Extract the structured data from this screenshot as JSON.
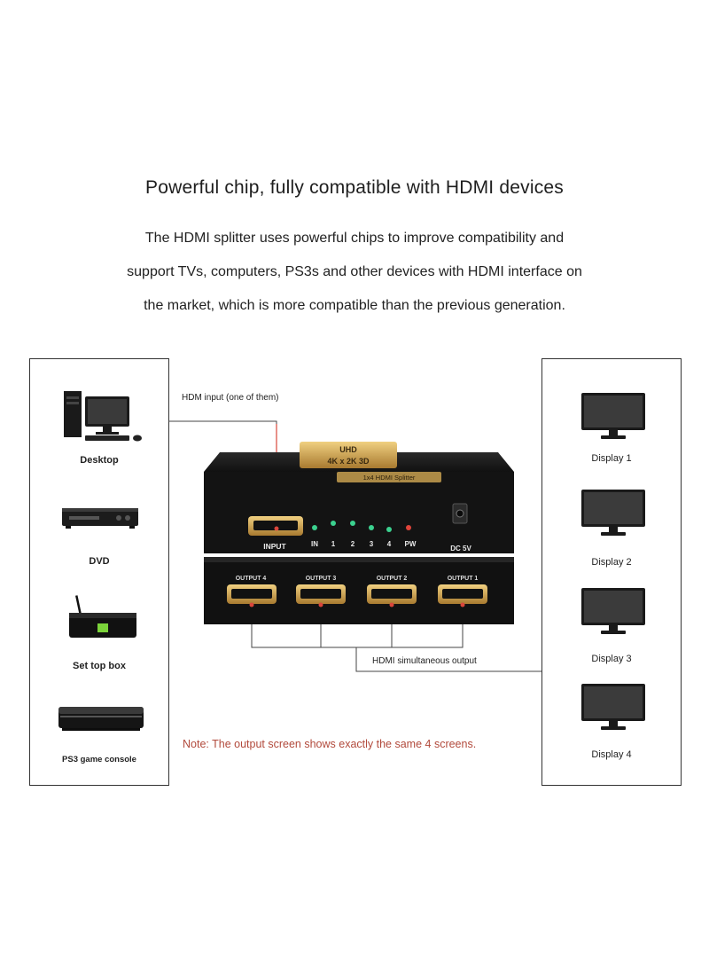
{
  "headline": "Powerful chip, fully compatible with HDMI devices",
  "description": {
    "line1": "The HDMI splitter uses powerful chips to improve compatibility and",
    "line2": "support TVs, computers, PS3s and other devices with HDMI interface on",
    "line3": "the market, which is more compatible than the previous generation."
  },
  "sources": [
    {
      "label": "Desktop",
      "icon": "desktop-computer-icon"
    },
    {
      "label": "DVD",
      "icon": "dvd-player-icon"
    },
    {
      "label": "Set top box",
      "icon": "set-top-box-icon"
    },
    {
      "label": "PS3 game console",
      "icon": "game-console-icon"
    }
  ],
  "displays": [
    {
      "label": "Display 1",
      "icon": "monitor-icon"
    },
    {
      "label": "Display 2",
      "icon": "monitor-icon"
    },
    {
      "label": "Display 3",
      "icon": "monitor-icon"
    },
    {
      "label": "Display 4",
      "icon": "monitor-icon"
    }
  ],
  "annotations": {
    "input_label": "HDM input (one of them)",
    "output_label": "HDMI simultaneous output",
    "note": "Note: The output screen shows exactly the same 4 screens."
  },
  "device": {
    "badge_top": "UHD",
    "badge_bottom": "4K x 2K 3D",
    "brand_plate": "1x4 HDMI Splitter",
    "input_port": "INPUT",
    "led_labels": [
      "IN",
      "1",
      "2",
      "3",
      "4",
      "PW"
    ],
    "power_port": "DC 5V",
    "outputs": [
      "OUTPUT 4",
      "OUTPUT 3",
      "OUTPUT 2",
      "OUTPUT 1"
    ]
  },
  "colors": {
    "connector_line": "#d9463b",
    "led_green": "#3bd18f",
    "led_red": "#e0443a",
    "device_body": "#111111",
    "gold": "#c8a050",
    "note_text": "#b24a3c"
  }
}
